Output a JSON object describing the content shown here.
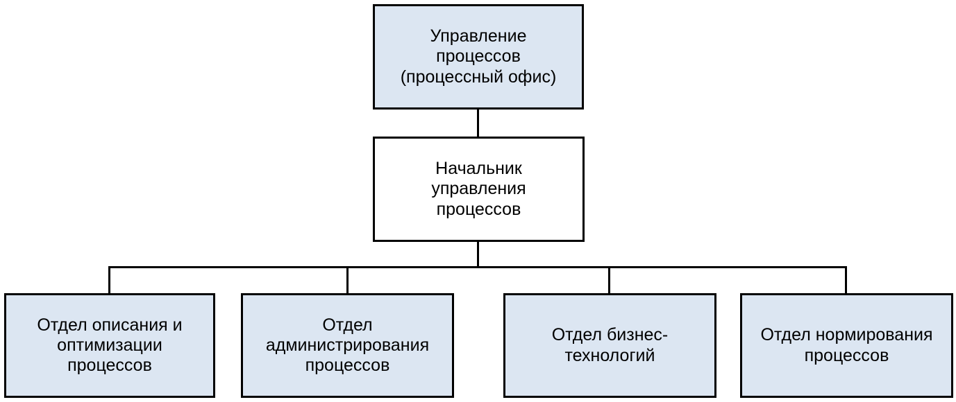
{
  "colors": {
    "background": "#ffffff",
    "box_fill": "#dce6f2",
    "box_fill_alt": "#ffffff",
    "border_and_lines": "#000000",
    "text": "#000000"
  },
  "org_chart": {
    "root": {
      "label": [
        "Управление",
        "процессов",
        "(процессный офис)"
      ]
    },
    "manager": {
      "label": [
        "Начальник",
        "управления",
        "процессов"
      ]
    },
    "departments": [
      {
        "label": [
          "Отдел описания и",
          "оптимизации",
          "процессов"
        ]
      },
      {
        "label": [
          "Отдел",
          "администрирования",
          "процессов"
        ]
      },
      {
        "label": [
          "Отдел бизнес-",
          "технологий"
        ]
      },
      {
        "label": [
          "Отдел нормирования",
          "процессов"
        ]
      }
    ]
  }
}
